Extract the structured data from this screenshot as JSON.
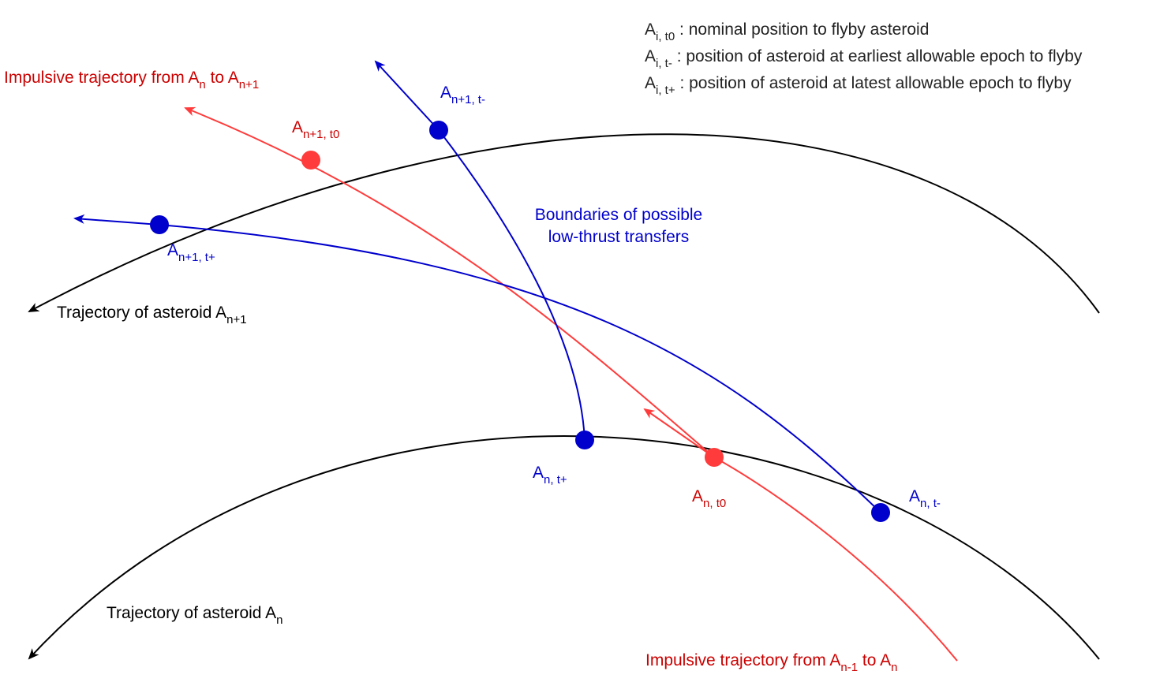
{
  "colors": {
    "black": "#000000",
    "red": "#ff3b3b",
    "red_text": "#cc0000",
    "blue": "#0000cc",
    "blue_text": "#0000cc",
    "legend_text": "#222222"
  },
  "legend": {
    "t0": {
      "base": "A",
      "sub": "i, t0",
      "text": " : nominal position to flyby asteroid"
    },
    "tminus": {
      "base": "A",
      "sub": "i, t-",
      "text": " : position of asteroid at earliest allowable epoch to flyby"
    },
    "tplus": {
      "base": "A",
      "sub": "i, t+",
      "text": " : position of asteroid at latest allowable epoch to flyby"
    }
  },
  "labels": {
    "impulsive_top": {
      "text": "Impulsive trajectory from A",
      "sub1": "n",
      "mid": " to A",
      "sub2": "n+1"
    },
    "impulsive_bottom": {
      "text": "Impulsive trajectory from A",
      "sub1": "n-1",
      "mid": " to A",
      "sub2": "n"
    },
    "boundaries_line1": "Boundaries of possible",
    "boundaries_line2": "low-thrust transfers",
    "traj_top": {
      "text": "Trajectory of asteroid A",
      "sub": "n+1"
    },
    "traj_bottom": {
      "text": "Trajectory of asteroid A",
      "sub": "n"
    }
  },
  "points": {
    "np1_t0": {
      "base": "A",
      "sub": "n+1, t0"
    },
    "np1_tminus": {
      "base": "A",
      "sub": "n+1, t-"
    },
    "np1_tplus": {
      "base": "A",
      "sub": "n+1, t+"
    },
    "n_t0": {
      "base": "A",
      "sub": "n, t0"
    },
    "n_tminus": {
      "base": "A",
      "sub": "n, t-"
    },
    "n_tplus": {
      "base": "A",
      "sub": "n, t+"
    }
  }
}
